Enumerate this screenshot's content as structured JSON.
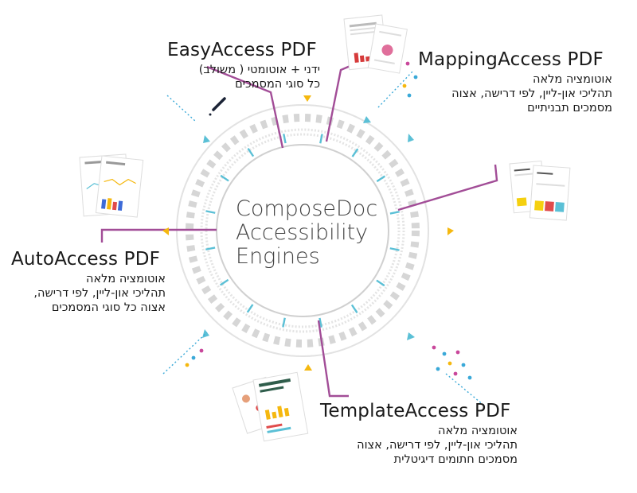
{
  "center": {
    "lines": [
      "ComposeDoc",
      "Accessibility",
      "Engines"
    ]
  },
  "engines": [
    {
      "id": "easy",
      "title": "EasyAccess PDF",
      "desc": [
        "ידני + אוטומטי ( משולב)",
        "כל סוגי המסמכים"
      ]
    },
    {
      "id": "mapping",
      "title": "MappingAccess PDF",
      "desc": [
        "אוטומציה מלאה",
        "תהליכי און-ליין, לפי דרישה, אצוה",
        "מסמכים תבניתיים"
      ]
    },
    {
      "id": "auto",
      "title": "AutoAccess PDF",
      "desc": [
        "אוטומציה מלאה",
        "תהליכי און-ליין, לפי דרישה,",
        "אצוה כל סוגי המסמכים"
      ]
    },
    {
      "id": "template",
      "title": "TemplateAccess PDF",
      "desc": [
        "אוטומציה מלאה",
        "תהליכי און-ליין, לפי דרישה, אצוה",
        "מסמכים חתומים דיגיטלית"
      ]
    }
  ],
  "colors": {
    "connector": "#a24d97",
    "ring": "#d9d9d9",
    "tick": "#5bc0d6",
    "arrow_yellow": "#f5b80f",
    "arrow_cyan": "#5bc0d6",
    "dot_pink": "#c9479b",
    "dot_blue": "#3aa9d8",
    "dot_yellow": "#f5b80f"
  },
  "icons": [
    "document-thumbnail-icon",
    "pen-icon"
  ]
}
